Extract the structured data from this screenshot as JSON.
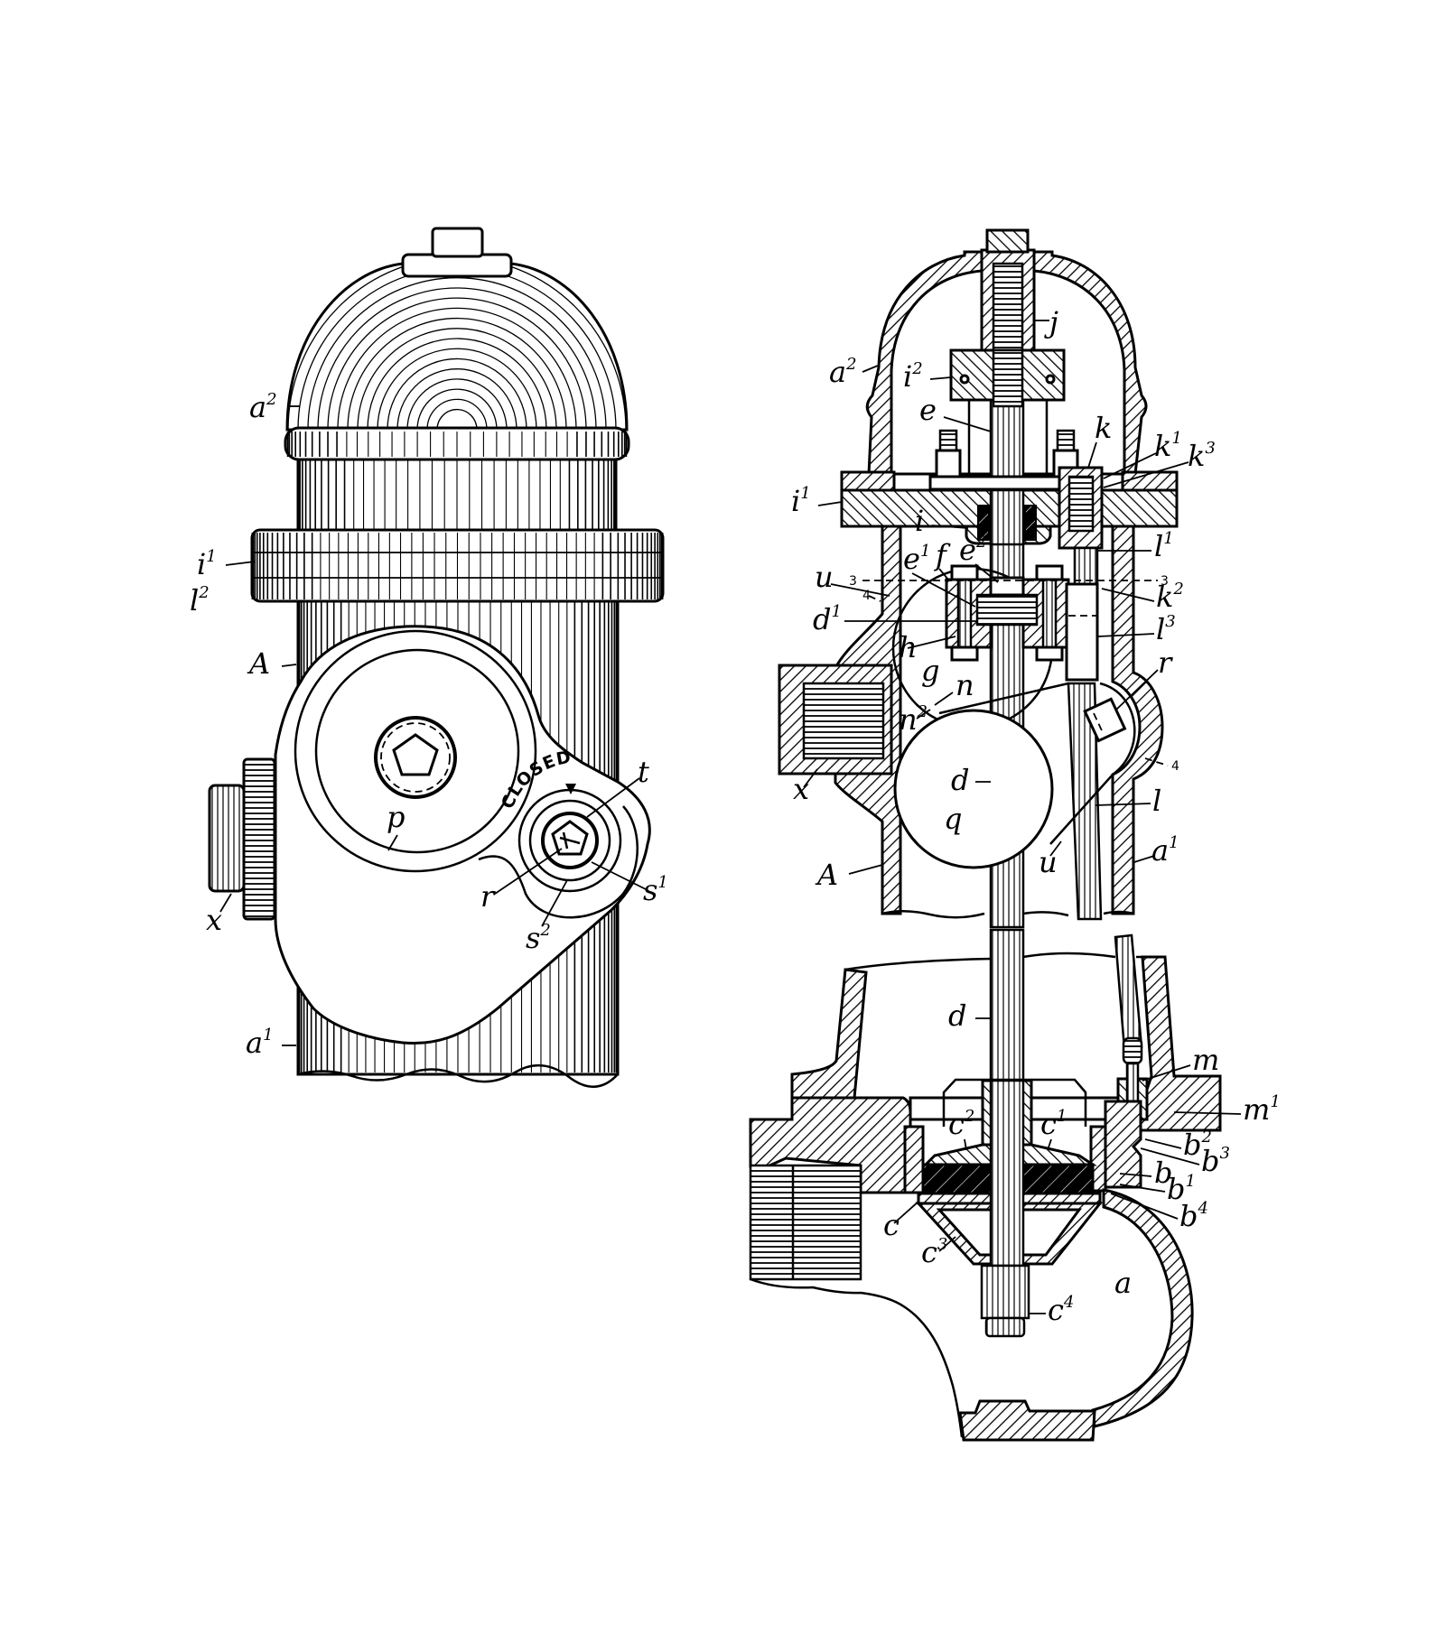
{
  "figure_left": {
    "dial_text": "CLOSED",
    "labels": [
      {
        "t": "a",
        "s": "2"
      },
      {
        "t": "i",
        "s": "1"
      },
      {
        "t": "l",
        "s": "2"
      },
      {
        "t": "A",
        "s": ""
      },
      {
        "t": "p",
        "s": ""
      },
      {
        "t": "t",
        "s": ""
      },
      {
        "t": "r",
        "s": ""
      },
      {
        "t": "s",
        "s": "2"
      },
      {
        "t": "s",
        "s": "1"
      },
      {
        "t": "x",
        "s": ""
      },
      {
        "t": "a",
        "s": "1"
      }
    ]
  },
  "figure_right": {
    "labels": [
      {
        "t": "j",
        "s": ""
      },
      {
        "t": "a",
        "s": "2"
      },
      {
        "t": "i",
        "s": "2"
      },
      {
        "t": "e",
        "s": ""
      },
      {
        "t": "k",
        "s": ""
      },
      {
        "t": "k",
        "s": "1"
      },
      {
        "t": "k",
        "s": "3"
      },
      {
        "t": "i",
        "s": "1"
      },
      {
        "t": "i",
        "s": ""
      },
      {
        "t": "l",
        "s": "1"
      },
      {
        "t": "e",
        "s": "1"
      },
      {
        "t": "f",
        "s": ""
      },
      {
        "t": "e",
        "s": "2"
      },
      {
        "t": "u",
        "s": ""
      },
      {
        "t": "3",
        "s": ""
      },
      {
        "t": "4",
        "s": ""
      },
      {
        "t": "3",
        "s": ""
      },
      {
        "t": "k",
        "s": "2"
      },
      {
        "t": "d",
        "s": "1"
      },
      {
        "t": "l",
        "s": "3"
      },
      {
        "t": "h",
        "s": ""
      },
      {
        "t": "g",
        "s": ""
      },
      {
        "t": "n",
        "s": ""
      },
      {
        "t": "r",
        "s": ""
      },
      {
        "t": "n",
        "s": "2"
      },
      {
        "t": "4",
        "s": ""
      },
      {
        "t": "x",
        "s": ""
      },
      {
        "t": "d",
        "s": ""
      },
      {
        "t": "l",
        "s": ""
      },
      {
        "t": "q",
        "s": ""
      },
      {
        "t": "u",
        "s": ""
      },
      {
        "t": "A",
        "s": ""
      },
      {
        "t": "a",
        "s": "1"
      },
      {
        "t": "d",
        "s": ""
      },
      {
        "t": "m",
        "s": ""
      },
      {
        "t": "m",
        "s": "1"
      },
      {
        "t": "b",
        "s": "2"
      },
      {
        "t": "b",
        "s": "3"
      },
      {
        "t": "b",
        "s": ""
      },
      {
        "t": "b",
        "s": "1"
      },
      {
        "t": "b",
        "s": "4"
      },
      {
        "t": "c",
        "s": ""
      },
      {
        "t": "c",
        "s": "3"
      },
      {
        "t": "c",
        "s": "2"
      },
      {
        "t": "c",
        "s": "1"
      },
      {
        "t": "c",
        "s": "4"
      },
      {
        "t": "a",
        "s": ""
      }
    ]
  }
}
